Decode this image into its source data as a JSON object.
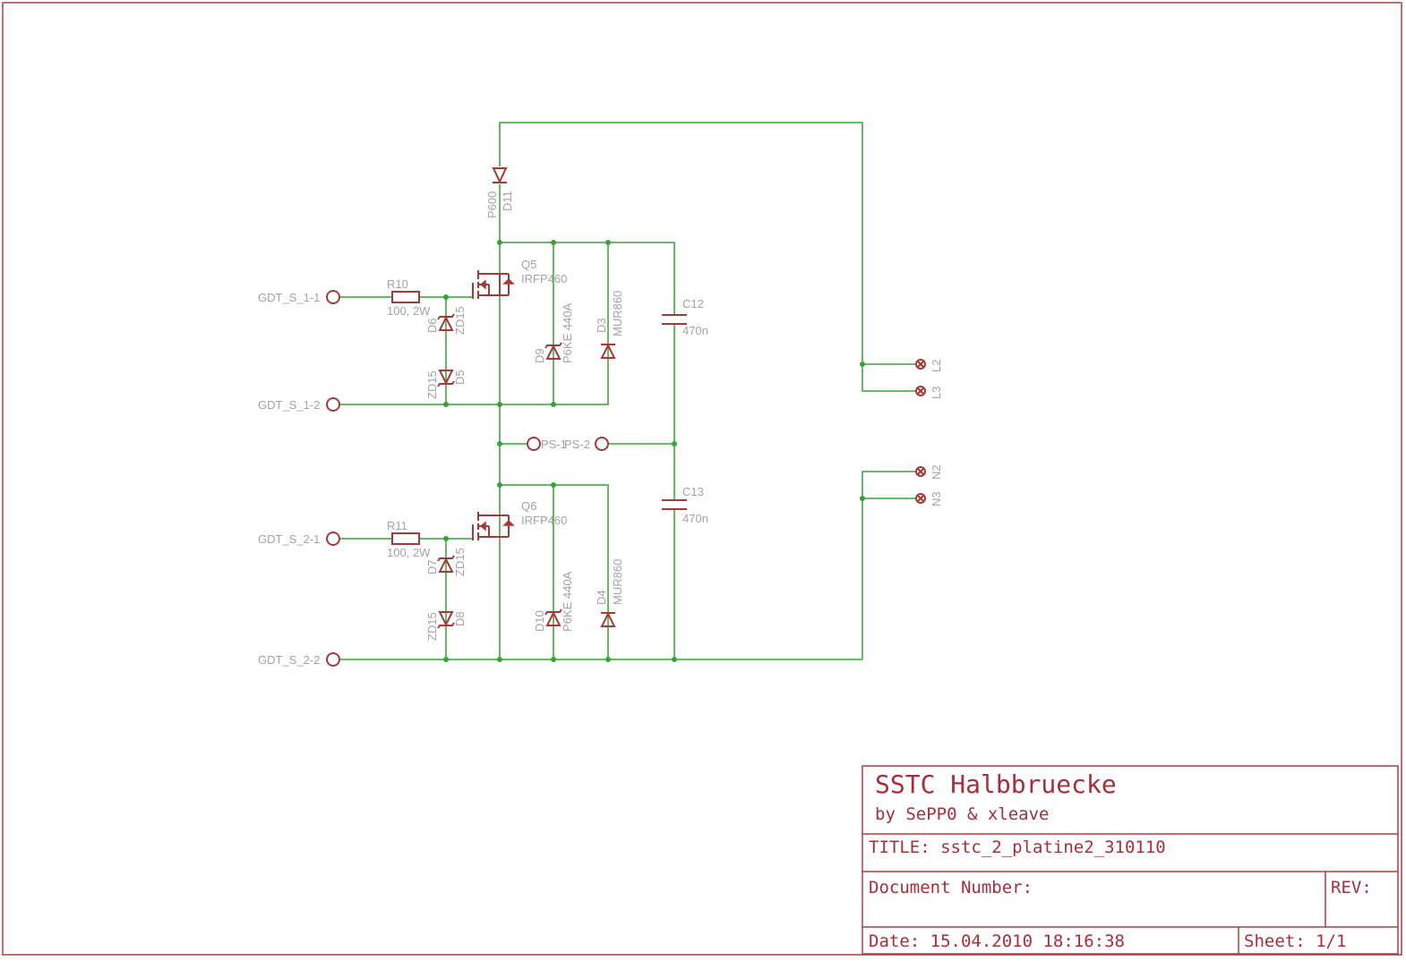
{
  "title_block": {
    "title": "SSTC Halbbruecke",
    "subtitle": "by SePP0 & xleave",
    "title_field": "TITLE:  sstc_2_platine2_310110",
    "document_number": "Document Number:",
    "rev": "REV:",
    "date": "Date: 15.04.2010 18:16:38",
    "sheet": "Sheet: 1/1"
  },
  "ports": {
    "gdt_s_1_1": "GDT_S_1-1",
    "gdt_s_1_2": "GDT_S_1-2",
    "gdt_s_2_1": "GDT_S_2-1",
    "gdt_s_2_2": "GDT_S_2-2",
    "ps_1": "PS-1",
    "ps_2": "PS-2",
    "l2": "L2",
    "l3": "L3",
    "n2": "N2",
    "n3": "N3"
  },
  "components": {
    "d11": {
      "name": "D11",
      "value": "P600"
    },
    "q5": {
      "name": "Q5",
      "value": "IRFP460"
    },
    "q6": {
      "name": "Q6",
      "value": "IRFP460"
    },
    "r10": {
      "name": "R10",
      "value": "100, 2W"
    },
    "r11": {
      "name": "R11",
      "value": "100, 2W"
    },
    "d6": {
      "name": "D6",
      "value": "ZD15"
    },
    "d5": {
      "name": "D5",
      "value": "ZD15"
    },
    "d7": {
      "name": "D7",
      "value": "ZD15"
    },
    "d8": {
      "name": "D8",
      "value": "ZD15"
    },
    "d9": {
      "name": "D9",
      "value": "P6KE 440A"
    },
    "d10": {
      "name": "D10",
      "value": "P6KE 440A"
    },
    "d3": {
      "name": "D3",
      "value": "MUR860"
    },
    "d4": {
      "name": "D4",
      "value": "MUR860"
    },
    "c12": {
      "name": "C12",
      "value": "470n"
    },
    "c13": {
      "name": "C13",
      "value": "470n"
    }
  },
  "colors": {
    "wire": "#36a336",
    "symbol": "#a33a3a",
    "label": "#a3a3a3",
    "frame": "#a34040"
  }
}
